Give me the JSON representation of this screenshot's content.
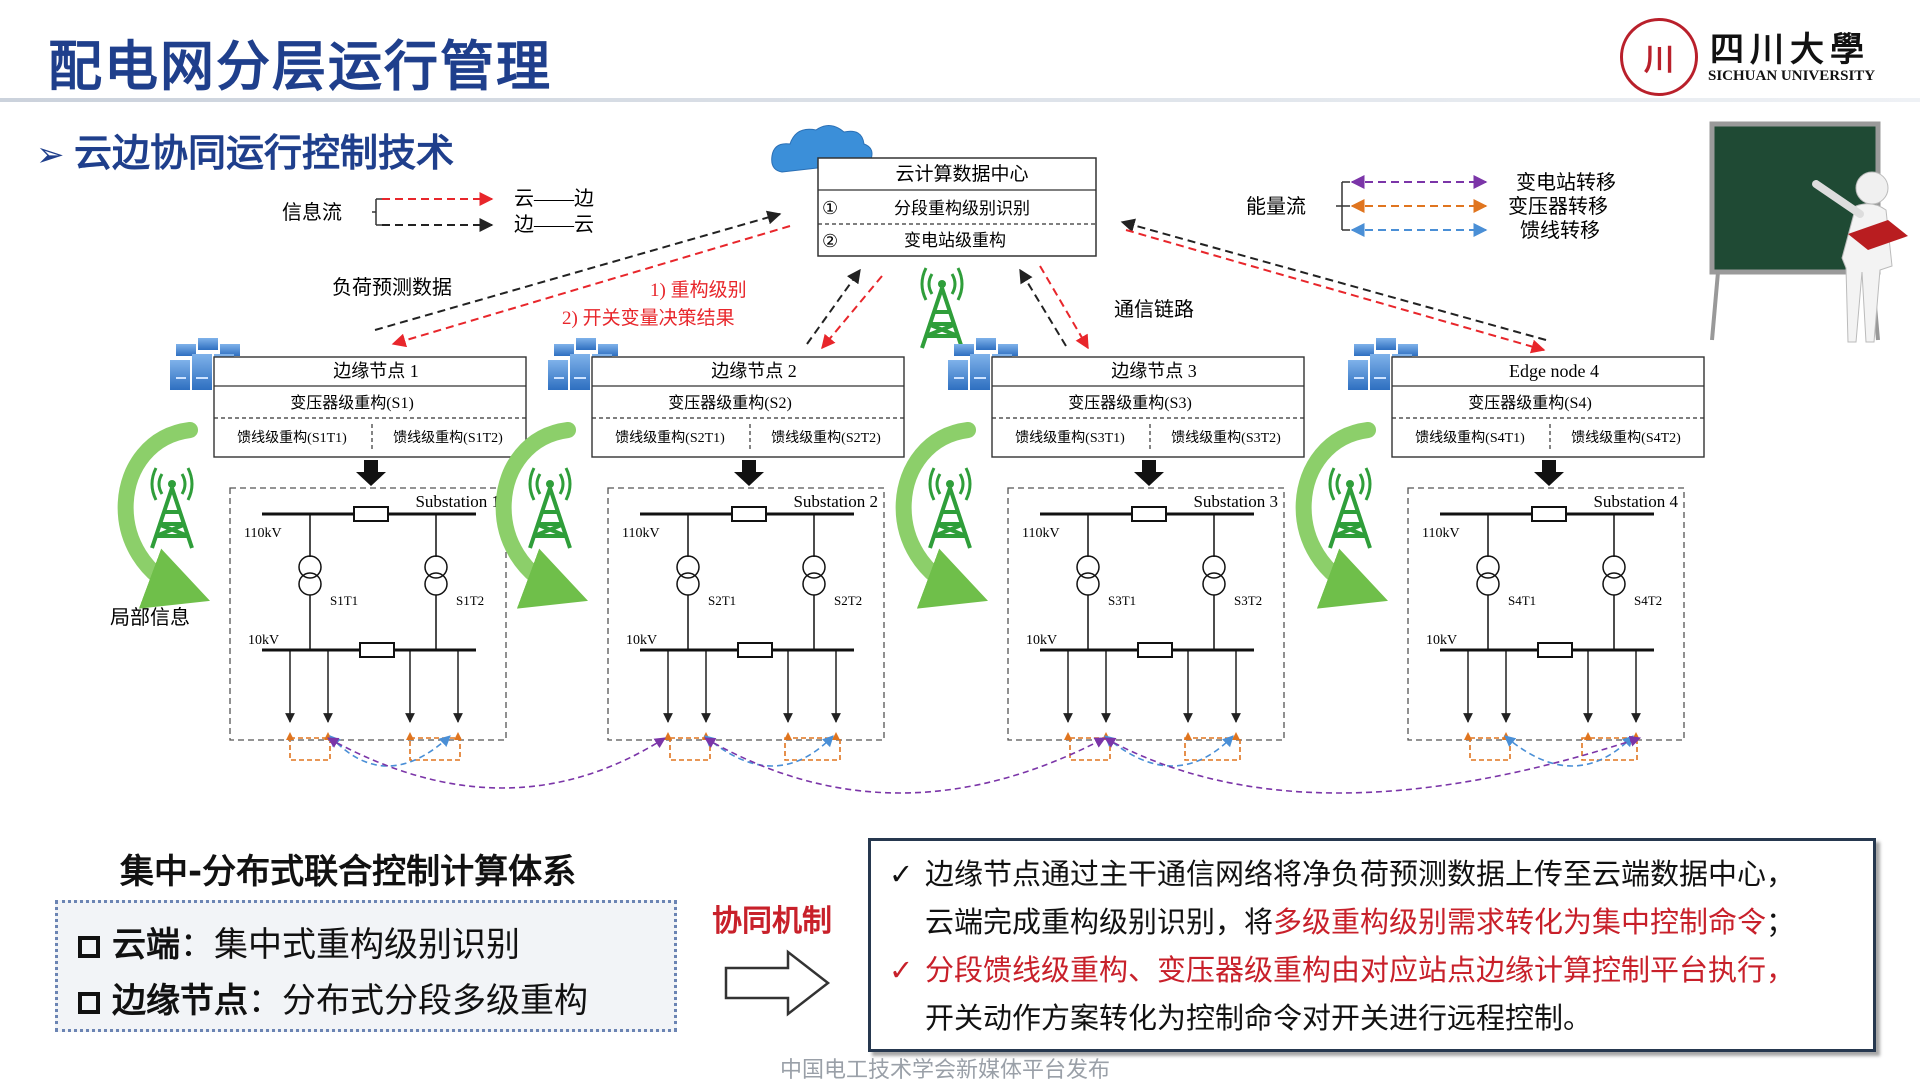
{
  "header": {
    "title": "配电网分层运行管理",
    "subtitle": "云边协同运行控制技术",
    "logo_cn": "四川大學",
    "logo_en": "SICHUAN UNIVERSITY"
  },
  "cloud": {
    "title": "云计算数据中心",
    "items": [
      {
        "num": "①",
        "label": "分段重构级别识别"
      },
      {
        "num": "②",
        "label": "变电站级重构"
      }
    ]
  },
  "legend": {
    "info_label": "信息流",
    "info_items": [
      "云——边",
      "边——云"
    ],
    "energy_label": "能量流",
    "energy_items": [
      "变电站转移",
      "变压器转移",
      "馈线转移"
    ]
  },
  "annotations": {
    "load_forecast": "负荷预测数据",
    "instr1": "1) 重构级别",
    "instr2": "2) 开关变量决策结果",
    "comm_link": "通信链路",
    "local_info": "局部信息"
  },
  "nodes": [
    {
      "name": "边缘节点 1",
      "transformer": "变压器级重构(S1)",
      "feeder1": "馈线级重构(S1T1)",
      "feeder2": "馈线级重构(S1T2)",
      "substation": "Substation 1",
      "t1": "S1T1",
      "t2": "S1T2"
    },
    {
      "name": "边缘节点 2",
      "transformer": "变压器级重构(S2)",
      "feeder1": "馈线级重构(S2T1)",
      "feeder2": "馈线级重构(S2T2)",
      "substation": "Substation 2",
      "t1": "S2T1",
      "t2": "S2T2"
    },
    {
      "name": "边缘节点 3",
      "transformer": "变压器级重构(S3)",
      "feeder1": "馈线级重构(S3T1)",
      "feeder2": "馈线级重构(S3T2)",
      "substation": "Substation 3",
      "t1": "S3T1",
      "t2": "S3T2"
    },
    {
      "name": "Edge node 4",
      "transformer": "变压器级重构(S4)",
      "feeder1": "馈线级重构(S4T1)",
      "feeder2": "馈线级重构(S4T2)",
      "substation": "Substation 4",
      "t1": "S4T1",
      "t2": "S4T2"
    }
  ],
  "voltages": {
    "hv": "110kV",
    "lv": "10kV"
  },
  "system": {
    "title": "集中-分布式联合控制计算体系",
    "items": [
      {
        "key": "云端",
        "value": "：集中式重构级别识别"
      },
      {
        "key": "边缘节点",
        "value": "：分布式分段多级重构"
      }
    ]
  },
  "mechanism": {
    "label": "协同机制",
    "line1": "边缘节点通过主干通信网络将净负荷预测数据上传至云端数据中心，",
    "line2a": "云端完成重构级别识别，将",
    "line2b": "多级重构级别需求转化为集中控制命令",
    "line2c": "；",
    "line3": "分段馈线级重构、变压器级重构由对应站点边缘计算控制平台执行，",
    "line4": "开关动作方案转化为控制命令对开关进行远程控制。",
    "check": "✓"
  },
  "footer": "中国电工技术学会新媒体平台发布",
  "colors": {
    "title": "#1f3f8c",
    "red": "#c8202a",
    "info_red": "#e8262b",
    "energy_purple": "#7b35a8",
    "energy_orange": "#e0751f",
    "energy_blue": "#4a8fd6"
  }
}
